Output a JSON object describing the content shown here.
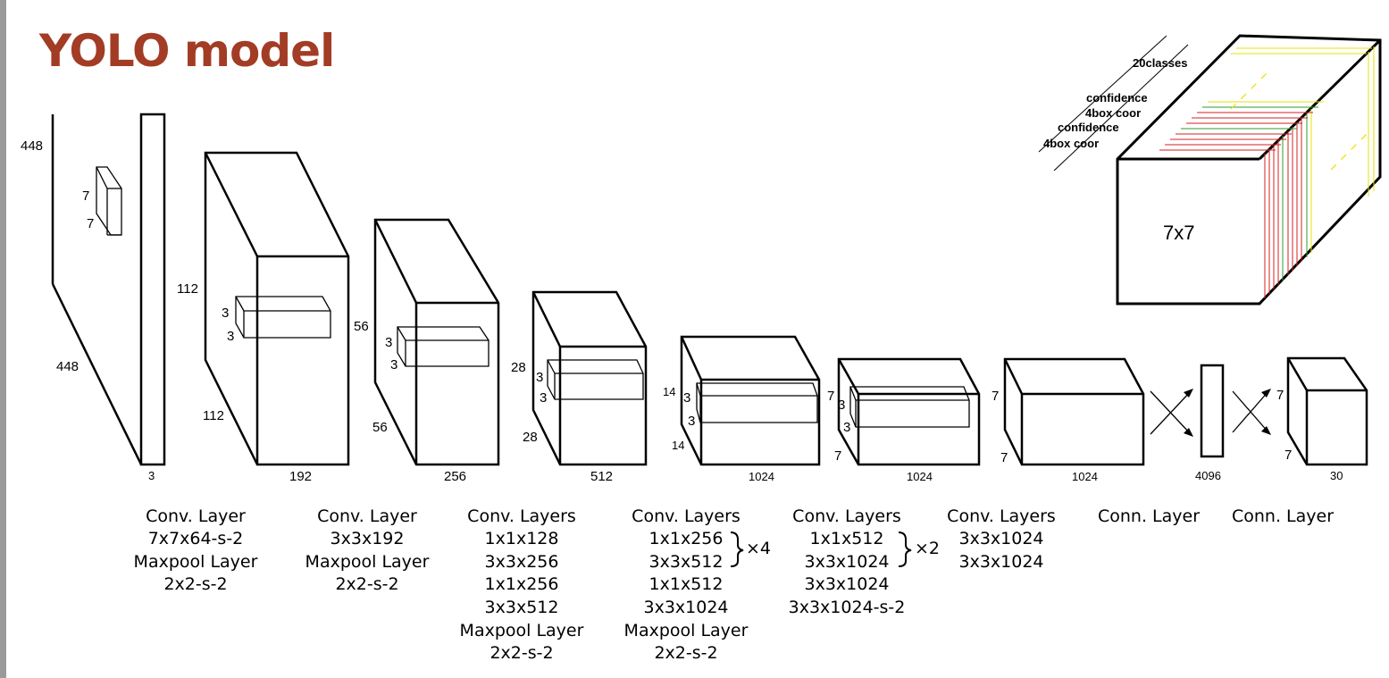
{
  "title": "YOLO model",
  "colors": {
    "title": "#a33c25",
    "line": "#000000",
    "red": "#d42020",
    "green": "#2e9d2e",
    "yellow": "#e8e000"
  },
  "blocks": {
    "input": {
      "side": "448",
      "depth": "448",
      "channels": "3",
      "kernel_h": "7",
      "kernel_w": "7"
    },
    "b1": {
      "side": "112",
      "depth": "112",
      "channels": "192",
      "kernel_h": "3",
      "kernel_w": "3"
    },
    "b2": {
      "side": "56",
      "depth": "56",
      "channels": "256",
      "kernel_h": "3",
      "kernel_w": "3"
    },
    "b3": {
      "side": "28",
      "depth": "28",
      "channels": "512",
      "kernel_h": "3",
      "kernel_w": "3"
    },
    "b4": {
      "side": "14",
      "depth": "14",
      "channels": "1024",
      "kernel_h": "3",
      "kernel_w": "3"
    },
    "b5": {
      "side": "7",
      "depth": "7",
      "channels": "1024",
      "kernel_h": "3",
      "kernel_w": "3"
    },
    "b6": {
      "side": "7",
      "depth": "7",
      "channels": "1024"
    },
    "fc": {
      "channels": "4096"
    },
    "final": {
      "side": "7",
      "depth": "7",
      "channels": "30"
    }
  },
  "output": {
    "inner": "7x7",
    "labels": [
      "20classes",
      "confidence",
      "4box coor",
      "confidence",
      "4box coor"
    ]
  },
  "layers": [
    {
      "lines": [
        "Conv. Layer",
        "7x7x64-s-2",
        "Maxpool Layer",
        "2x2-s-2"
      ]
    },
    {
      "lines": [
        "Conv. Layer",
        "3x3x192",
        "Maxpool Layer",
        "2x2-s-2"
      ]
    },
    {
      "lines": [
        "Conv. Layers",
        "1x1x128",
        "3x3x256",
        "1x1x256",
        "3x3x512",
        "Maxpool Layer",
        "2x2-s-2"
      ]
    },
    {
      "lines": [
        "Conv. Layers",
        "1x1x256",
        "3x3x512",
        "1x1x512",
        "3x3x1024",
        "Maxpool Layer",
        "2x2-s-2"
      ],
      "multiplier": "×4"
    },
    {
      "lines": [
        "Conv. Layers",
        "1x1x512",
        "3x3x1024",
        "3x3x1024",
        "3x3x1024-s-2"
      ],
      "multiplier": "×2"
    },
    {
      "lines": [
        "Conv. Layers",
        "3x3x1024",
        "3x3x1024"
      ]
    },
    {
      "lines": [
        "Conn. Layer"
      ]
    },
    {
      "lines": [
        "Conn. Layer"
      ]
    }
  ]
}
